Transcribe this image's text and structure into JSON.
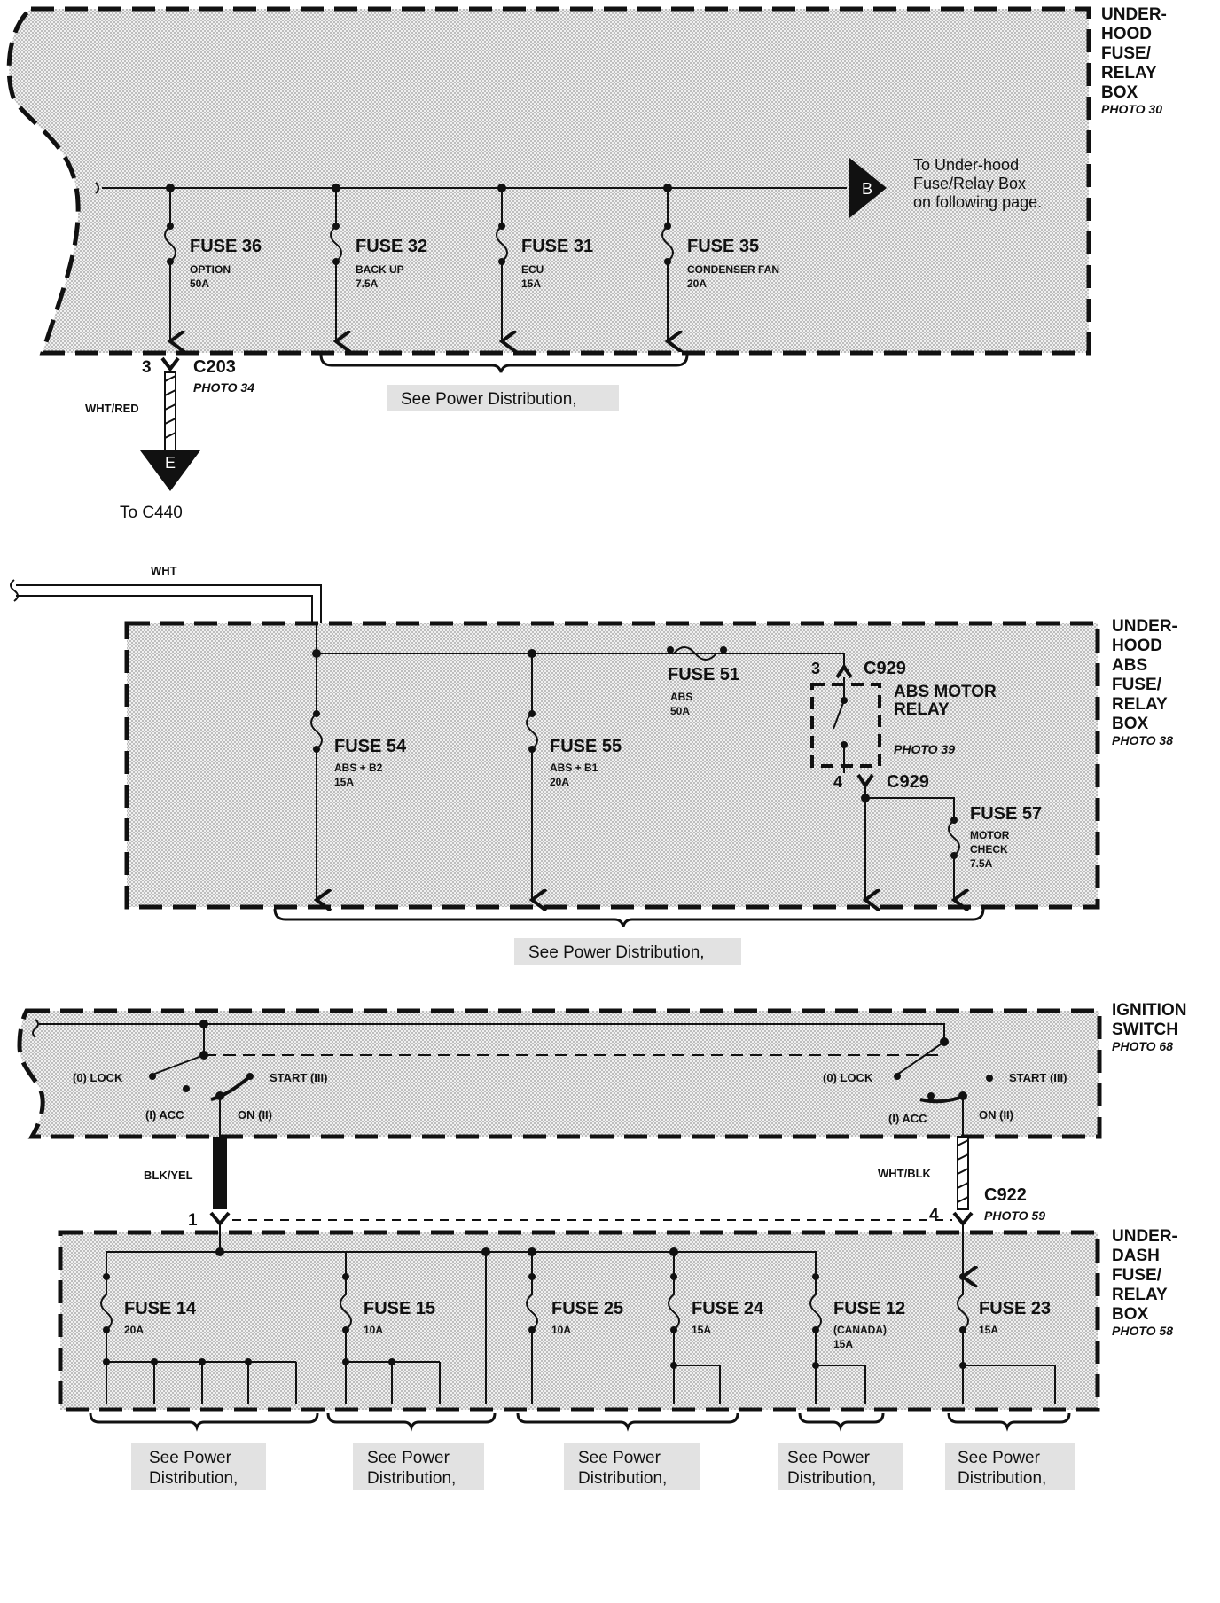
{
  "colors": {
    "ink": "#111111",
    "box_fill": "#e8e8e8",
    "note_fill": "#e2e2e2"
  },
  "section1": {
    "box_title": [
      "UNDER-",
      "HOOD",
      "FUSE/",
      "RELAY",
      "BOX"
    ],
    "box_photo": "PHOTO 30",
    "fuses": [
      {
        "name": "FUSE 36",
        "desc": "OPTION",
        "amp": "50A"
      },
      {
        "name": "FUSE 32",
        "desc": "BACK UP",
        "amp": "7.5A"
      },
      {
        "name": "FUSE 31",
        "desc": "ECU",
        "amp": "15A"
      },
      {
        "name": "FUSE 35",
        "desc": "CONDENSER FAN",
        "amp": "20A"
      }
    ],
    "connector_b_label": "B",
    "connector_b_note": [
      "To Under-hood",
      "Fuse/Relay Box",
      "on following page."
    ],
    "c203_pin": "3",
    "c203_name": "C203",
    "c203_photo": "PHOTO 34",
    "wire_color": "WHT/RED",
    "connector_e_label": "E",
    "connector_e_note": "To C440",
    "see_note": "See Power Distribution,"
  },
  "section2": {
    "box_title": [
      "UNDER-",
      "HOOD",
      "ABS",
      "FUSE/",
      "RELAY",
      "BOX"
    ],
    "box_photo": "PHOTO 38",
    "input_wire": "WHT",
    "fuses": [
      {
        "name": "FUSE 54",
        "desc": "ABS + B2",
        "amp": "15A"
      },
      {
        "name": "FUSE 55",
        "desc": "ABS + B1",
        "amp": "20A"
      },
      {
        "name": "FUSE 51",
        "desc": "ABS",
        "amp": "50A"
      }
    ],
    "fuse57": {
      "name": "FUSE 57",
      "desc": [
        "MOTOR",
        "CHECK"
      ],
      "amp": "7.5A"
    },
    "c929_pin_top": "3",
    "c929_pin_bottom": "4",
    "c929_name": "C929",
    "relay_name": [
      "ABS MOTOR",
      "RELAY"
    ],
    "relay_photo": "PHOTO 39",
    "see_note": "See Power Distribution,"
  },
  "section3": {
    "box_title": [
      "IGNITION",
      "SWITCH"
    ],
    "box_photo": "PHOTO 68",
    "left_switch": {
      "lock": "(0) LOCK",
      "acc": "(I) ACC",
      "on": "ON (II)",
      "start": "START (III)"
    },
    "right_switch": {
      "lock": "(0) LOCK",
      "acc": "(I) ACC",
      "on": "ON (II)",
      "start": "START (III)"
    },
    "left_wire": "BLK/YEL",
    "right_wire": "WHT/BLK",
    "left_pin": "1",
    "right_pin": "4",
    "c922_name": "C922",
    "c922_photo": "PHOTO 59"
  },
  "section4": {
    "box_title": [
      "UNDER-",
      "DASH",
      "FUSE/",
      "RELAY",
      "BOX"
    ],
    "box_photo": "PHOTO 58",
    "fuses": [
      {
        "name": "FUSE 14",
        "desc": "",
        "amp": "20A"
      },
      {
        "name": "FUSE 15",
        "desc": "",
        "amp": "10A"
      },
      {
        "name": "FUSE 25",
        "desc": "",
        "amp": "10A"
      },
      {
        "name": "FUSE 24",
        "desc": "",
        "amp": "15A"
      },
      {
        "name": "FUSE 12",
        "desc": "(CANADA)",
        "amp": "15A"
      },
      {
        "name": "FUSE 23",
        "desc": "",
        "amp": "15A"
      }
    ],
    "see_notes": [
      [
        "See Power",
        "Distribution,"
      ],
      [
        "See Power",
        "Distribution,"
      ],
      [
        "See Power",
        "Distribution,"
      ],
      [
        "See Power",
        "Distribution,"
      ],
      [
        "See Power",
        "Distribution,"
      ]
    ]
  }
}
